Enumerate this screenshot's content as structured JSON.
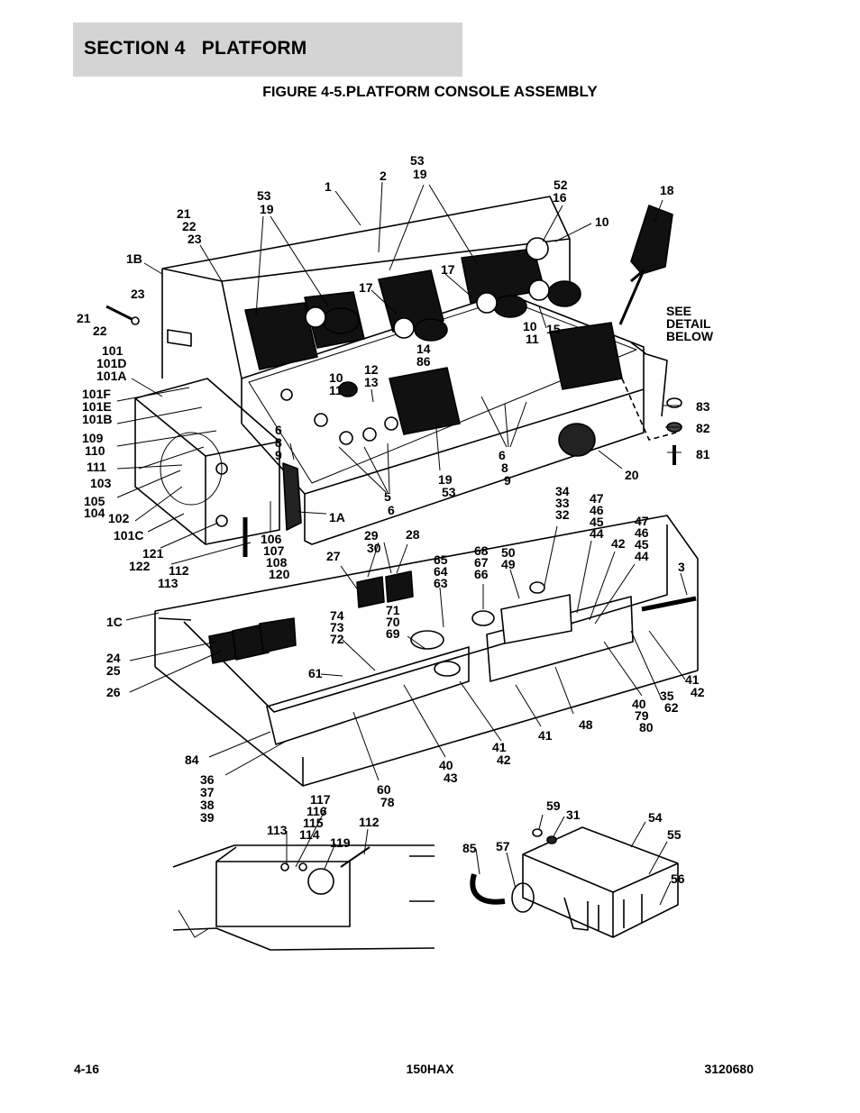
{
  "header": {
    "section": "SECTION 4",
    "title": "PLATFORM"
  },
  "figure": {
    "number": "FIGURE 4-5.",
    "title": "PLATFORM CONSOLE ASSEMBLY"
  },
  "callouts": {
    "c53_19_top": [
      "53",
      "19"
    ],
    "c53_19_left": [
      "53",
      "19"
    ],
    "c1": "1",
    "c2": "2",
    "c52_16": [
      "52",
      "16"
    ],
    "c18": "18",
    "c10_top": "10",
    "c21_22_23_top": [
      "21",
      "22",
      "23"
    ],
    "c1B": "1B",
    "c23": "23",
    "c21_22": [
      "21",
      "22"
    ],
    "c17_a": "17",
    "c17_b": "17",
    "c10_11_a": [
      "10",
      "11"
    ],
    "c15": "15",
    "see_detail": [
      "SEE",
      "DETAIL",
      "BELOW"
    ],
    "c101": [
      "101",
      "101D",
      "101A"
    ],
    "c14_86": [
      "14",
      "86"
    ],
    "c101F": [
      "101F",
      "101E",
      "101B"
    ],
    "c10_11_b": [
      "10",
      "11"
    ],
    "c12_13": [
      "12",
      "13"
    ],
    "c83": "83",
    "c82": "82",
    "c81": "81",
    "c109_110": [
      "109",
      "110"
    ],
    "c6_8_9_a": [
      "6",
      "8",
      "9"
    ],
    "c111": "111",
    "c103": "103",
    "c105_104": [
      "105",
      "104"
    ],
    "c102": "102",
    "c101C": "101C",
    "c6_8_9_b": [
      "6",
      "8",
      "9"
    ],
    "c20": "20",
    "c19_53": [
      "19",
      "53"
    ],
    "c5_6": [
      "5",
      "6"
    ],
    "c1A": "1A",
    "c121_122": [
      "121",
      "122"
    ],
    "c112_113": [
      "112",
      "113"
    ],
    "c106": [
      "106",
      "107",
      "108",
      "120"
    ],
    "c34": [
      "34",
      "33",
      "32"
    ],
    "c47_a": [
      "47",
      "46",
      "45",
      "44"
    ],
    "c47_b": [
      "47",
      "46",
      "45",
      "44"
    ],
    "c42_a": "42",
    "c3": "3",
    "c27": "27",
    "c29_30": [
      "29",
      "30"
    ],
    "c28": "28",
    "c68": [
      "68",
      "67",
      "66"
    ],
    "c50_49": [
      "50",
      "49"
    ],
    "c65": [
      "65",
      "64",
      "63"
    ],
    "c1C": "1C",
    "c74": [
      "74",
      "73",
      "72"
    ],
    "c71": [
      "71",
      "70",
      "69"
    ],
    "c24_25": [
      "24",
      "25"
    ],
    "c26": "26",
    "c61": "61",
    "c41_42_r": [
      "41",
      "42"
    ],
    "c40_79_80": [
      "40",
      "79",
      "80"
    ],
    "c35_62": [
      "35",
      "62"
    ],
    "c48": "48",
    "c41_a": "41",
    "c41_42_b": [
      "41",
      "42"
    ],
    "c84": "84",
    "c40_43": [
      "40",
      "43"
    ],
    "c36": [
      "36",
      "37",
      "38",
      "39"
    ],
    "c60_78": [
      "60",
      "78"
    ],
    "c117": [
      "117",
      "116",
      "115",
      "114"
    ],
    "c113": "113",
    "c119": "119",
    "c112": "112",
    "c59": "59",
    "c31": "31",
    "c54": "54",
    "c55": "55",
    "c85": "85",
    "c57": "57",
    "c56": "56"
  },
  "footer": {
    "page": "4-16",
    "model": "150HAX",
    "doc_number": "3120680"
  }
}
